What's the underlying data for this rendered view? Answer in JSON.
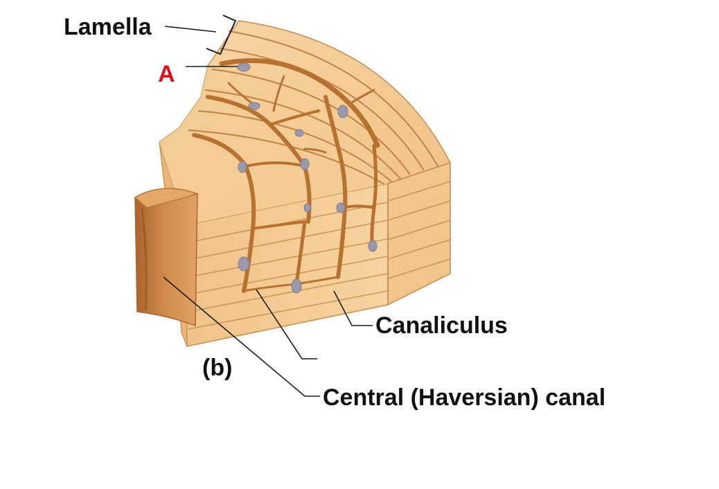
{
  "labels": {
    "lamella": "Lamella",
    "a": "A",
    "canaliculus": "Canaliculus",
    "panel": "(b)",
    "central_canal": "Central (Haversian) canal"
  },
  "colors": {
    "bone_light": "#f6cf9c",
    "bone_mid": "#eab775",
    "bone_dark": "#c98a44",
    "lamella_line": "#b8773a",
    "canal_inner": "#cf8a4a",
    "canal_shadow": "#a9632c",
    "lacuna": "#9b98ab",
    "canaliculus": "#b8712f",
    "label_red": "#e0101a",
    "label_text": "#111111"
  }
}
